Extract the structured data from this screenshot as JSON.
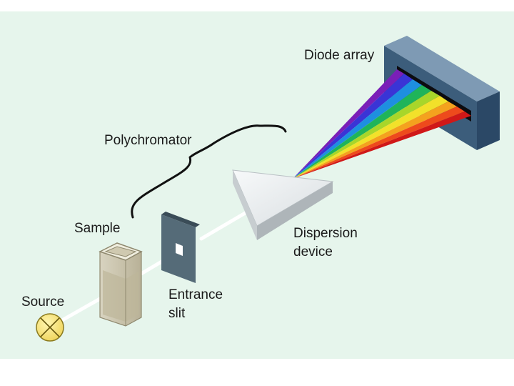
{
  "labels": {
    "diode_array": "Diode array",
    "polychromator": "Polychromator",
    "sample": "Sample",
    "dispersion_line1": "Dispersion",
    "dispersion_line2": "device",
    "entrance_line1": "Entrance",
    "entrance_line2": "slit",
    "source": "Source"
  },
  "colors": {
    "background_panel": "#e6f5ec",
    "beam": "#ffffff",
    "slit_plate": "#556b78",
    "diode_array_body": "#3c5d7b",
    "prism": "#eef1f2",
    "source_lamp": "#f5e37a",
    "spectrum": [
      "#7a1fb8",
      "#3a34d6",
      "#1e8fe0",
      "#1fb45a",
      "#a8d62a",
      "#f2e12a",
      "#f4a21e",
      "#ee4a1c",
      "#d01818"
    ]
  }
}
